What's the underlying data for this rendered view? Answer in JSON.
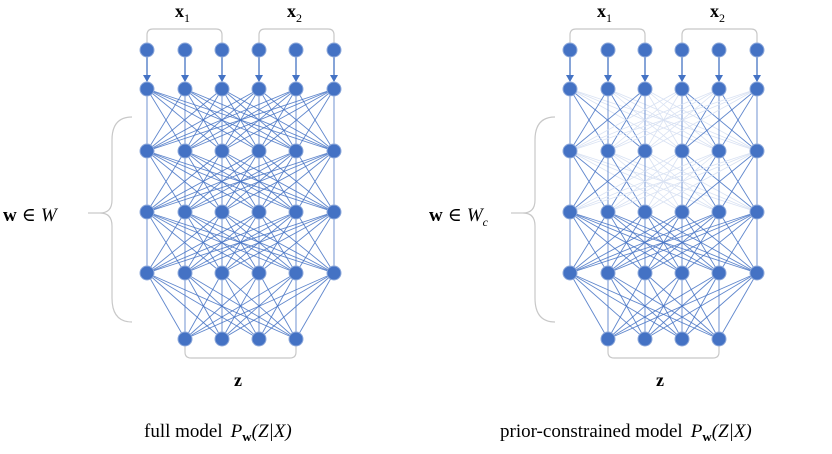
{
  "left_panel": {
    "input_group_1_label": {
      "base": "x",
      "sub": "1"
    },
    "input_group_2_label": {
      "base": "x",
      "sub": "2"
    },
    "weight_label": {
      "w": "w",
      "in": "∈",
      "space": "W",
      "space_sub": ""
    },
    "output_label": "z",
    "caption_text": "full model",
    "caption_math": {
      "P": "P",
      "sub": "w",
      "args": "(Z|X)"
    }
  },
  "right_panel": {
    "input_group_1_label": {
      "base": "x",
      "sub": "1"
    },
    "input_group_2_label": {
      "base": "x",
      "sub": "2"
    },
    "weight_label": {
      "w": "w",
      "in": "∈",
      "space": "W",
      "space_sub": "c"
    },
    "output_label": "z",
    "caption_text": "prior-constrained model",
    "caption_math": {
      "P": "P",
      "sub": "w",
      "args": "(Z|X)"
    }
  },
  "colors": {
    "node": "#4472c4",
    "node_stroke": "#8ea9db",
    "edge": "#4472c4",
    "faint_edge": "#d9e2f3",
    "brace": "#c8c8c8"
  }
}
